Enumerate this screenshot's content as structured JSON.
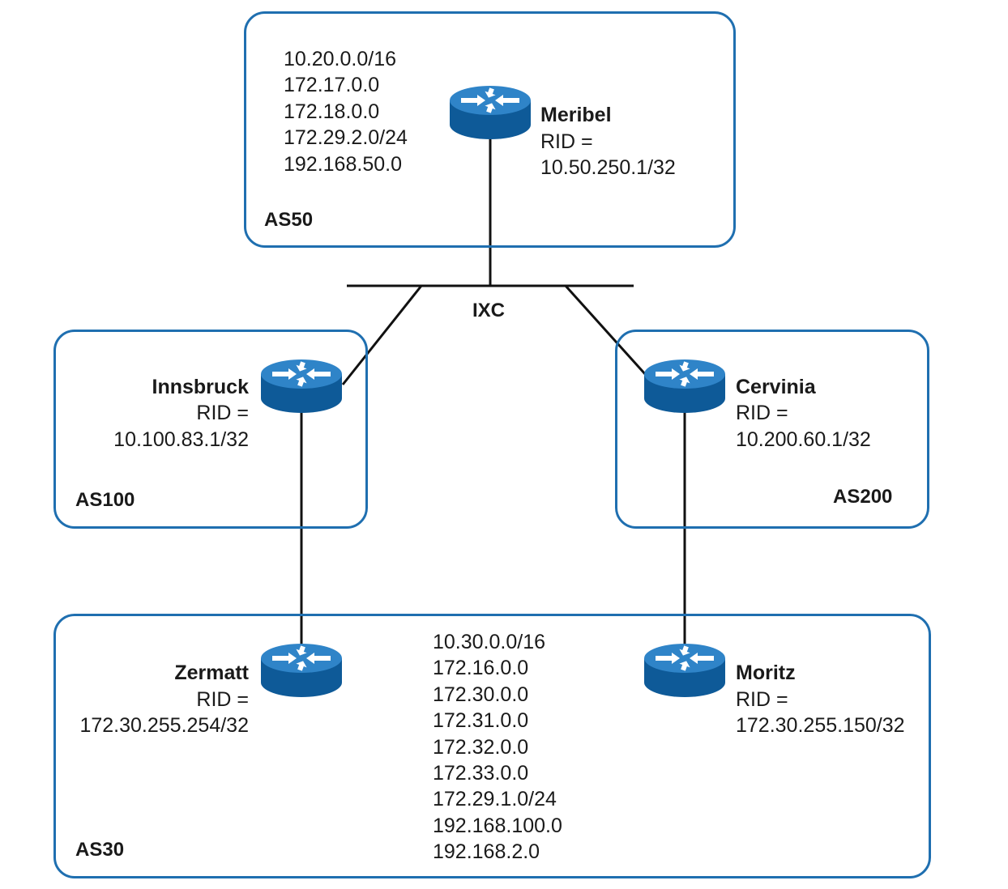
{
  "autonomous_systems": {
    "as50": {
      "label": "AS50",
      "prefixes": [
        "10.20.0.0/16",
        "172.17.0.0",
        "172.18.0.0",
        "172.29.2.0/24",
        "192.168.50.0"
      ]
    },
    "as100": {
      "label": "AS100"
    },
    "as200": {
      "label": "AS200"
    },
    "as30": {
      "label": "AS30",
      "prefixes": [
        "10.30.0.0/16",
        "172.16.0.0",
        "172.30.0.0",
        "172.31.0.0",
        "172.32.0.0",
        "172.33.0.0",
        "172.29.1.0/24",
        "192.168.100.0",
        "192.168.2.0"
      ]
    }
  },
  "routers": {
    "meribel": {
      "name": "Meribel",
      "rid_label": "RID =",
      "rid": "10.50.250.1/32"
    },
    "innsbruck": {
      "name": "Innsbruck",
      "rid_label": "RID =",
      "rid": "10.100.83.1/32"
    },
    "cervinia": {
      "name": "Cervinia",
      "rid_label": "RID =",
      "rid": "10.200.60.1/32"
    },
    "zermatt": {
      "name": "Zermatt",
      "rid_label": "RID =",
      "rid": "172.30.255.254/32"
    },
    "moritz": {
      "name": "Moritz",
      "rid_label": "RID =",
      "rid": "172.30.255.150/32"
    }
  },
  "exchange": {
    "label": "IXC"
  },
  "colors": {
    "box_border": "#1f6fb0",
    "router_top": "#2f84c8",
    "router_side": "#0e5a98",
    "router_arrow": "#ffffff",
    "link": "#111111"
  }
}
